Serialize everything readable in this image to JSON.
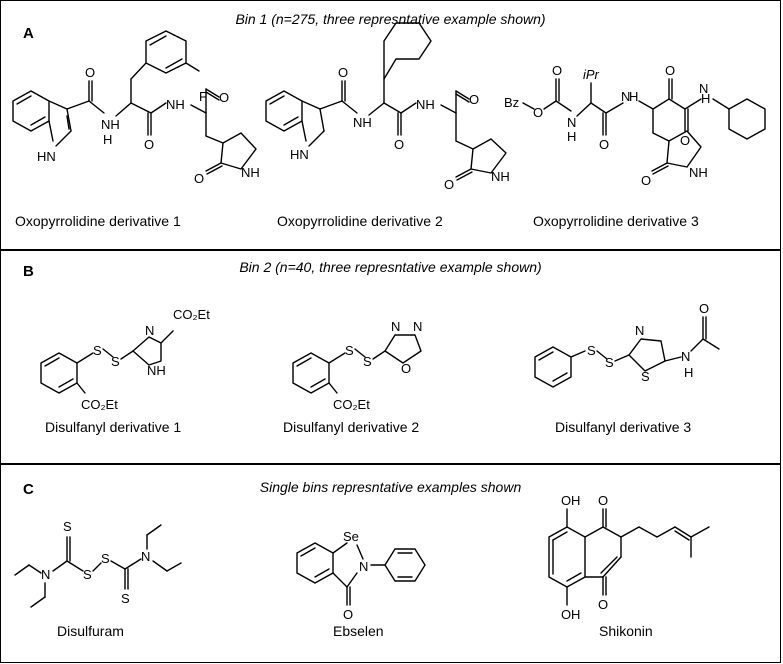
{
  "panels": {
    "a": {
      "label": "A",
      "title": "Bin 1 (n=275, three represntative example shown)",
      "captions": [
        "Oxopyrrolidine derivative 1",
        "Oxopyrrolidine derivative 2",
        "Oxopyrrolidine derivative 3"
      ]
    },
    "b": {
      "label": "B",
      "title": "Bin 2 (n=40, three represntative example shown)",
      "captions": [
        "Disulfanyl derivative 1",
        "Disulfanyl derivative 2",
        "Disulfanyl derivative 3"
      ]
    },
    "c": {
      "label": "C",
      "title": "Single bins represntative examples shown",
      "captions": [
        "Disulfuram",
        "Ebselen",
        "Shikonin"
      ]
    }
  },
  "atoms": {
    "NH": "NH",
    "HN": "HN",
    "H": "H",
    "N": "N",
    "O": "O",
    "F": "F",
    "S": "S",
    "Se": "Se",
    "Bz": "Bz",
    "iPr": "iPr",
    "CO2Et": "CO₂Et"
  }
}
